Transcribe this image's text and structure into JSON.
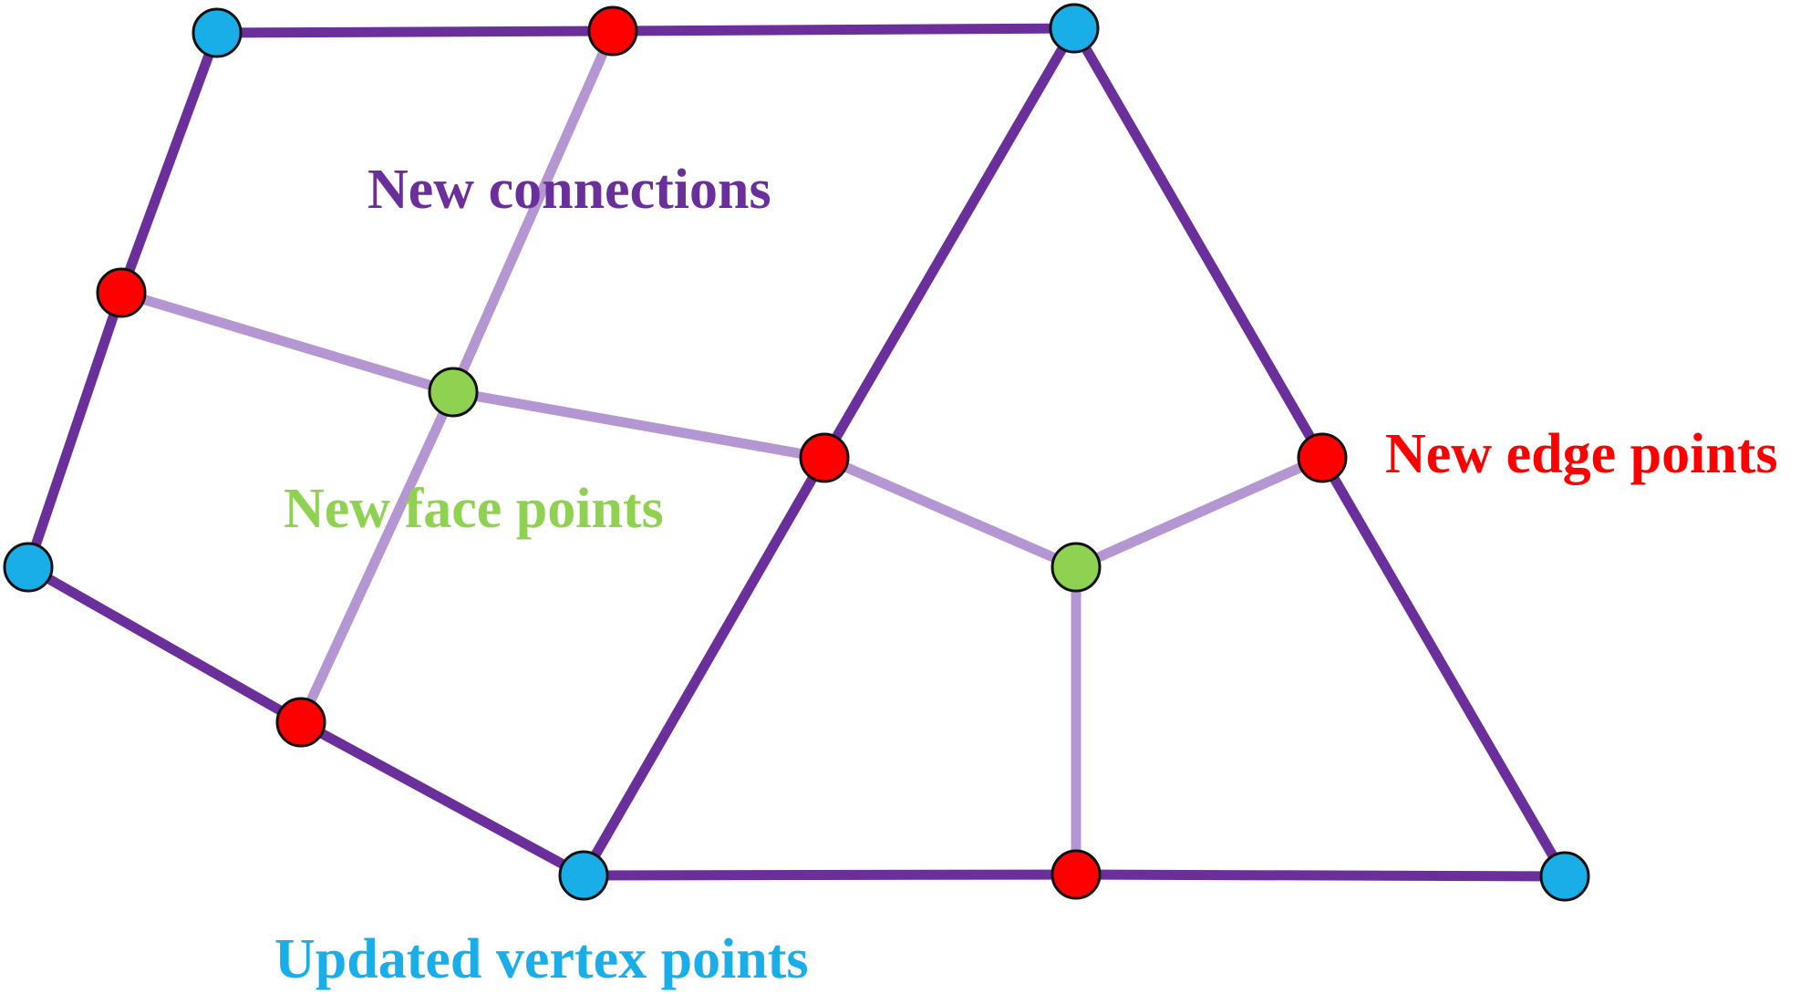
{
  "labels": {
    "new_connections": "New connections",
    "new_face_points": "New face points",
    "new_edge_points": "New edge points",
    "updated_vertex_points": "Updated vertex points"
  },
  "colors": {
    "original_edge": "#6a2f9a",
    "new_connection": "#b497d2",
    "vertex_point": "#1aaee8",
    "edge_point": "#ff0000",
    "face_point": "#8fd150",
    "label_connections": "#6a2f9a",
    "label_face": "#8fd150",
    "label_edge": "#ff0000",
    "label_vertex": "#1aaee8"
  }
}
